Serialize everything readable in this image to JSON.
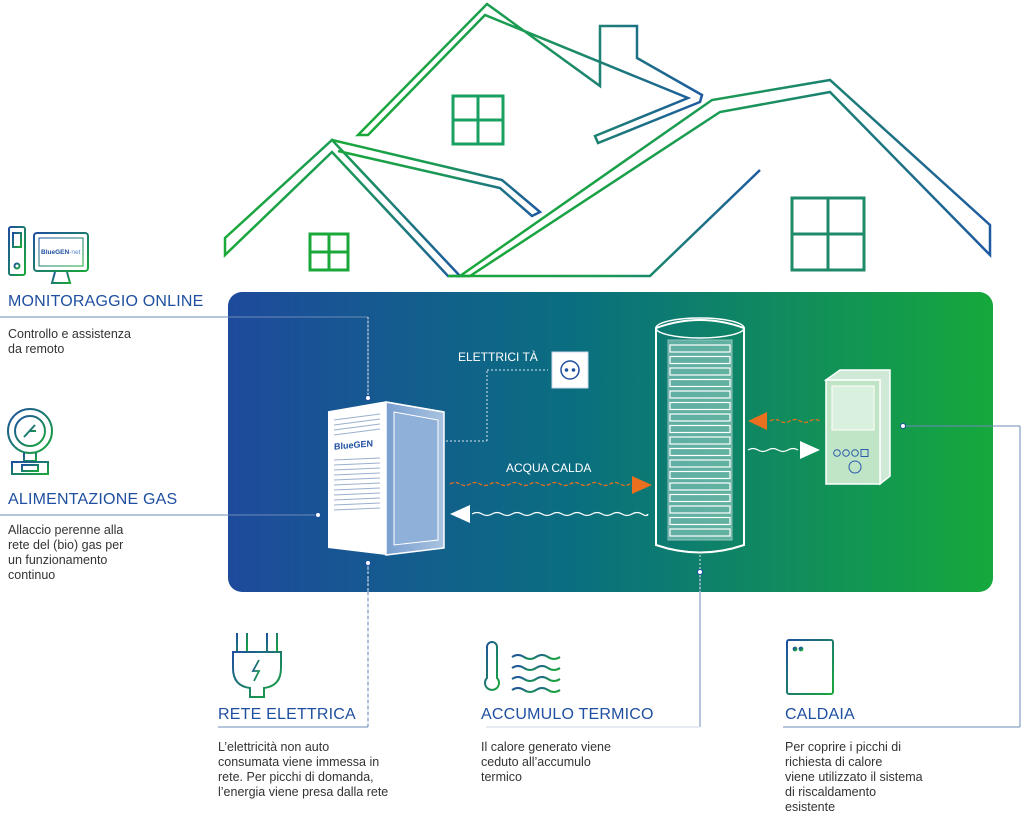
{
  "colors": {
    "blue": "#1f4fa0",
    "green": "#1aa83a",
    "orange": "#e8701e",
    "text": "#333333"
  },
  "brand": {
    "unit_logo": "BlueGEN",
    "monitor_screen": "BlueGEN",
    "monitor_screen_suffix": "-net"
  },
  "labels": {
    "elettricita": "ELETTRICI TÀ",
    "acqua_calda": "ACQUA CALDA"
  },
  "sections": {
    "monitoraggio": {
      "title": "MONITORAGGIO ONLINE",
      "desc": "Controllo e assistenza\nda remoto",
      "icon": "computer-monitor-icon"
    },
    "gas": {
      "title": "ALIMENTAZIONE GAS",
      "desc": "Allaccio perenne alla\nrete del (bio) gas per\nun funzionamento\ncontinuo",
      "icon": "gas-meter-icon"
    },
    "rete": {
      "title": "RETE ELETTRICA",
      "desc": "L’elettricità non auto\nconsumata viene immessa in\nrete. Per picchi di domanda,\nl’energia viene presa dalla rete",
      "icon": "plug-icon"
    },
    "accumulo": {
      "title": "ACCUMULO TERMICO",
      "desc": "Il calore generato viene\nceduto all’accumulo\ntermico",
      "icon": "thermometer-waves-icon"
    },
    "caldaia": {
      "title": "CALDAIA",
      "desc": "Per coprire i picchi di\nrichiesta di calore\nviene utilizzato il sistema\ndi riscaldamento\nesistente",
      "icon": "boiler-icon"
    }
  }
}
